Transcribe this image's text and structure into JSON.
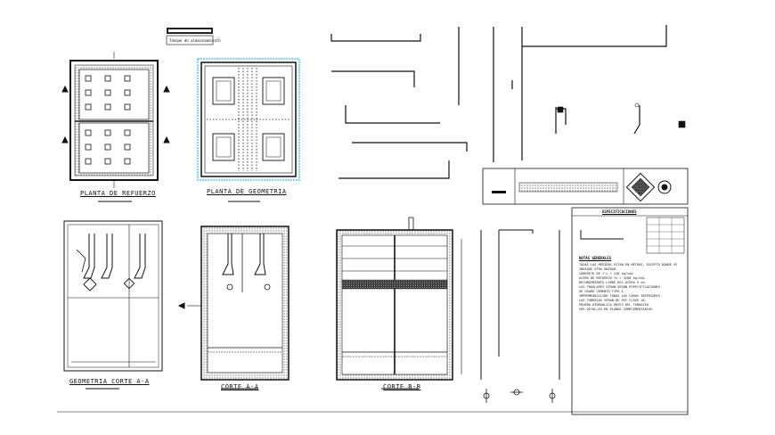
{
  "titles": {
    "planta_refuerzo": "PLANTA DE REFUERZO",
    "planta_geometria": "PLANTA DE GEOMETRIA",
    "geometria_corte": "GEOMETRIA CORTE A-A",
    "corte_aa": "CORTE A-A",
    "corte_bb": "CORTE B-B"
  },
  "legend": {
    "label": "Tanque de almacenamiento"
  },
  "spec": {
    "heading": "ESPECIFICACIONES",
    "notes_heading": "NOTAS GENERALES",
    "notes": [
      "TODAS LAS MEDIDAS ESTAN EN METROS, EXCEPTO DONDE SE INDIQUE OTRA UNIDAD.",
      "CONCRETO DE f'c = 210 kg/cm2.",
      "ACERO DE REFUERZO fy = 4200 kg/cm2.",
      "RECUBRIMIENTO LIBRE DEL ACERO 5 cm.",
      "LOS TRASLAPES SERAN SEGUN ESPECIFICACIONES.",
      "SE USARA CEMENTO TIPO I.",
      "IMPERMEABILIZAR TODAS LAS CARAS INTERIORES.",
      "LAS TUBERIAS SERAN DE PVC CLASE 10.",
      "PRUEBA HIDRAULICA ANTES DEL TARRAJEO.",
      "VER DETALLES EN PLANOS COMPLEMENTARIOS."
    ]
  },
  "colors": {
    "line": "#111111",
    "selection": "#00a8e8",
    "hatch": "#555555"
  }
}
